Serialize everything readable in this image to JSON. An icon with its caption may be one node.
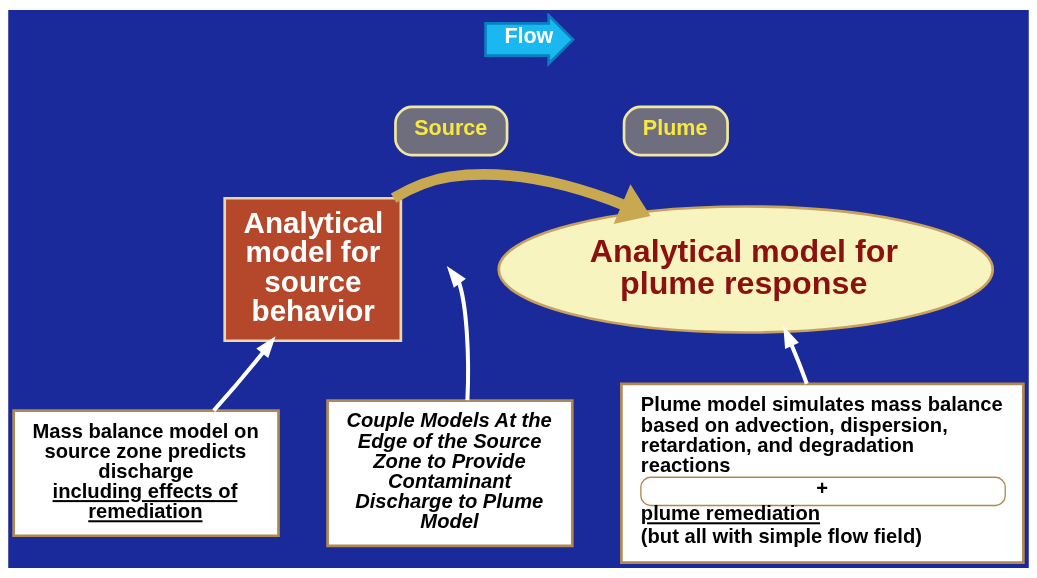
{
  "diagram": {
    "nodes": [
      {
        "text": [
          "Flow"
        ]
      },
      {
        "text": [
          "Source"
        ]
      },
      {
        "text": [
          "Plume"
        ]
      },
      {
        "text": [
          "Analytical model for source behavior"
        ]
      },
      {
        "text": [
          "Analytical model for plume response"
        ]
      },
      {
        "text": [
          "Mass balance model on source zone predicts discharge",
          "including effects of remediation"
        ]
      },
      {
        "text": [
          "Couple Models At the Edge of the Source Zone to Provide Contaminant Discharge to Plume Model"
        ]
      },
      {
        "text": [
          "Plume model simulates mass balance based on advection, dispersion, retardation, and degradation reactions",
          "+",
          "plume remediation",
          "(but all with simple flow field)"
        ]
      }
    ],
    "edges": [
      {
        "from": 3,
        "to": 4,
        "arrow": "to",
        "style": "thick",
        "color": "#c8a850"
      },
      {
        "from": 5,
        "to": 3,
        "arrow": "to"
      },
      {
        "from": 6,
        "to": null,
        "arrow": "to"
      },
      {
        "from": 7,
        "to": 4,
        "arrow": "to"
      }
    ]
  }
}
